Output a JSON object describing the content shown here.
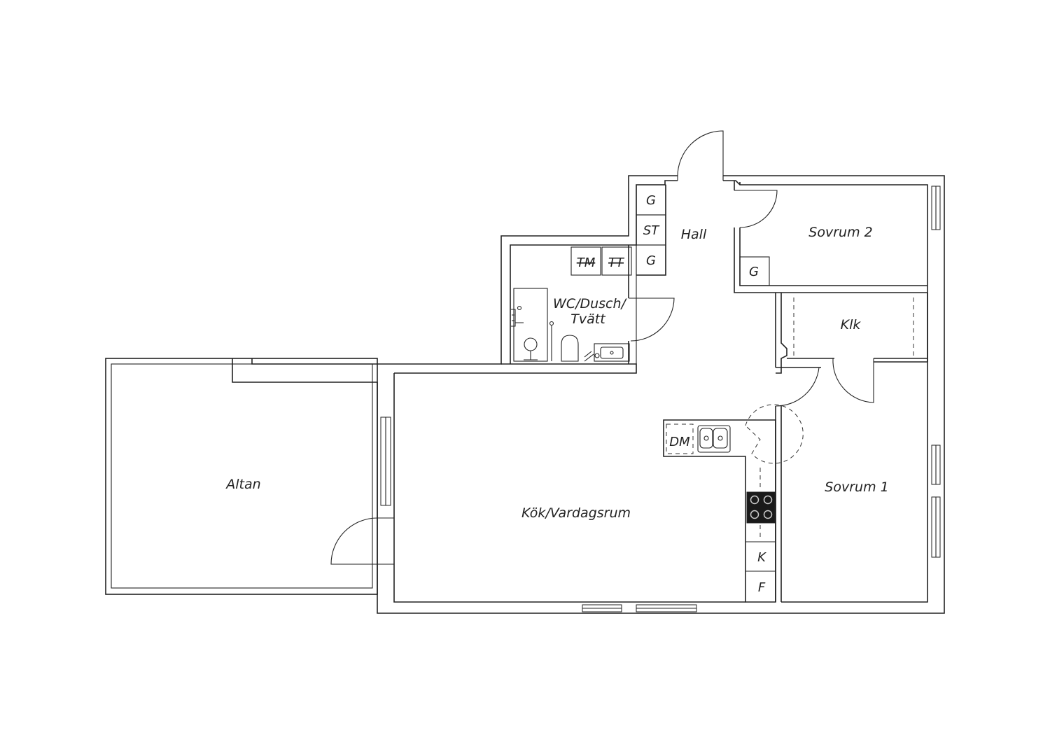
{
  "rooms": {
    "altan": "Altan",
    "kok_vardagsrum": "Kök/Vardagsrum",
    "hall": "Hall",
    "wc_line1": "WC/Dusch/",
    "wc_line2": "Tvätt",
    "sovrum2": "Sovrum 2",
    "klk": "Klk",
    "sovrum1": "Sovrum 1"
  },
  "fixtures": {
    "hall_g_top": "G",
    "hall_st": "ST",
    "hall_g_bottom": "G",
    "tm": "TM",
    "tt": "TT",
    "sovrum2_g": "G",
    "dm": "DM",
    "k": "K",
    "f": "F"
  },
  "colors": {
    "line": "#222222",
    "stove": "#1a1a1a",
    "background": "#ffffff"
  }
}
